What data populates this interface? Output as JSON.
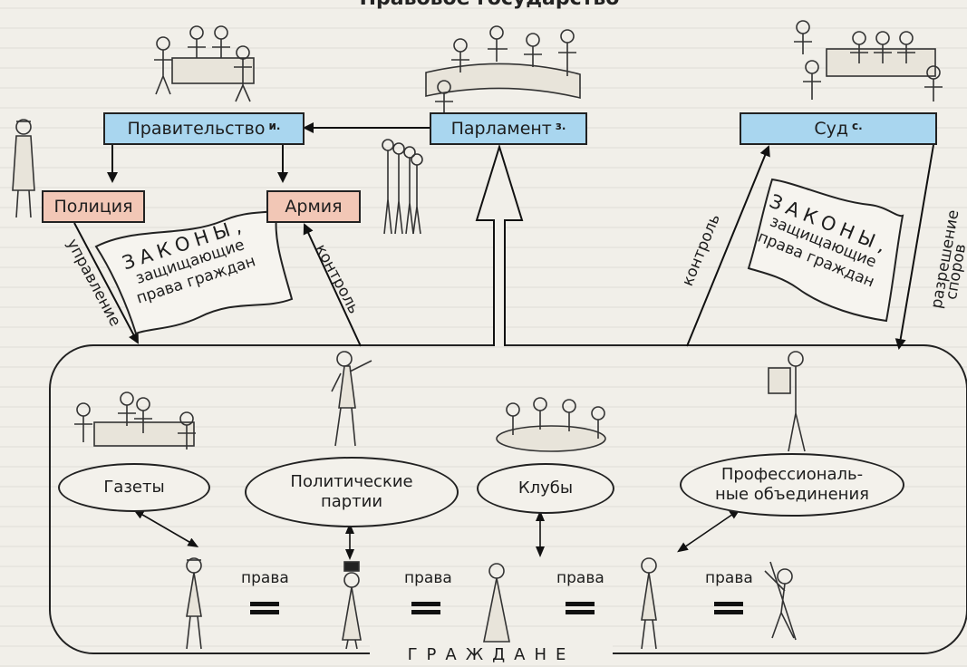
{
  "title": "Правовое государство",
  "institutions": {
    "government": {
      "label": "Правительство",
      "mark": "и."
    },
    "parliament": {
      "label": "Парламент",
      "mark": "з."
    },
    "court": {
      "label": "Суд",
      "mark": "с."
    },
    "police": {
      "label": "Полиция"
    },
    "army": {
      "label": "Армия"
    }
  },
  "flags": {
    "left": {
      "line1": "ЗАКОНЫ,",
      "line2": "защищающие",
      "line3": "права граждан"
    },
    "right": {
      "line1": "ЗАКОНЫ,",
      "line2": "защищающие",
      "line3": "права граждан"
    }
  },
  "edge_labels": {
    "governance": "управление",
    "control_army": "контроль",
    "control_court": "контроль",
    "disputes_line1": "разрешение",
    "disputes_line2": "споров"
  },
  "organizations": {
    "newspapers": "Газеты",
    "parties_line1": "Политические",
    "parties_line2": "партии",
    "clubs": "Клубы",
    "unions_line1": "Профессиональ-",
    "unions_line2": "ные объединения"
  },
  "rights_label": "права",
  "citizens_label": "ГРАЖДАНЕ"
}
